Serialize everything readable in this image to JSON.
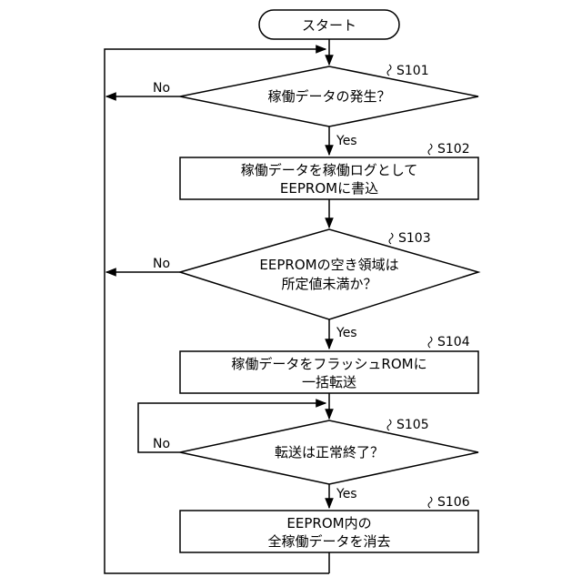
{
  "nodes": {
    "start": {
      "lines": [
        "スタート"
      ]
    },
    "s101": {
      "step": "S101",
      "lines": [
        "稼働データの発生？"
      ]
    },
    "s102": {
      "step": "S102",
      "lines": [
        "稼働データを稼働ログとして",
        "EEPROMに書込"
      ]
    },
    "s103": {
      "step": "S103",
      "lines": [
        "EEPROMの空き領域は",
        "所定値未満か？"
      ]
    },
    "s104": {
      "step": "S104",
      "lines": [
        "稼働データをフラッシュROMに",
        "一括転送"
      ]
    },
    "s105": {
      "step": "S105",
      "lines": [
        "転送は正常終了？"
      ]
    },
    "s106": {
      "step": "S106",
      "lines": [
        "EEPROM内の",
        "全稼働データを消去"
      ]
    }
  },
  "edge_labels": {
    "yes": "Yes",
    "no": "No"
  }
}
